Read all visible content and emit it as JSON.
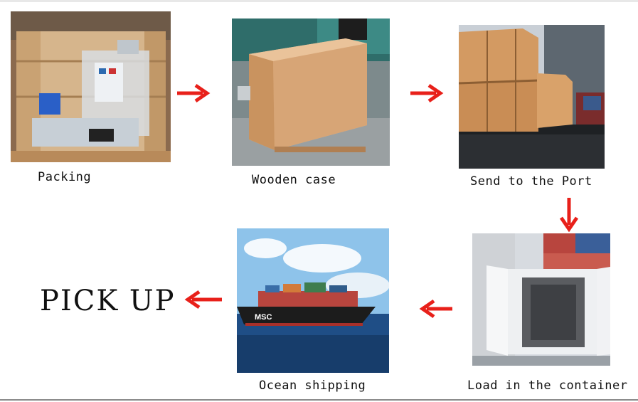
{
  "steps": [
    {
      "id": "packing",
      "label": "Packing"
    },
    {
      "id": "wooden-case",
      "label": "Wooden case"
    },
    {
      "id": "send-port",
      "label": "Send to the Port"
    },
    {
      "id": "load-container",
      "label": "Load in the container"
    },
    {
      "id": "ocean-shipping",
      "label": "Ocean shipping"
    }
  ],
  "final_step": "PICK UP",
  "ship_mark": "MSC",
  "colors": {
    "arrow": "#e8201a",
    "wood": "#d9a070",
    "sea": "#1f4e86",
    "sky": "#8ec3ea"
  }
}
